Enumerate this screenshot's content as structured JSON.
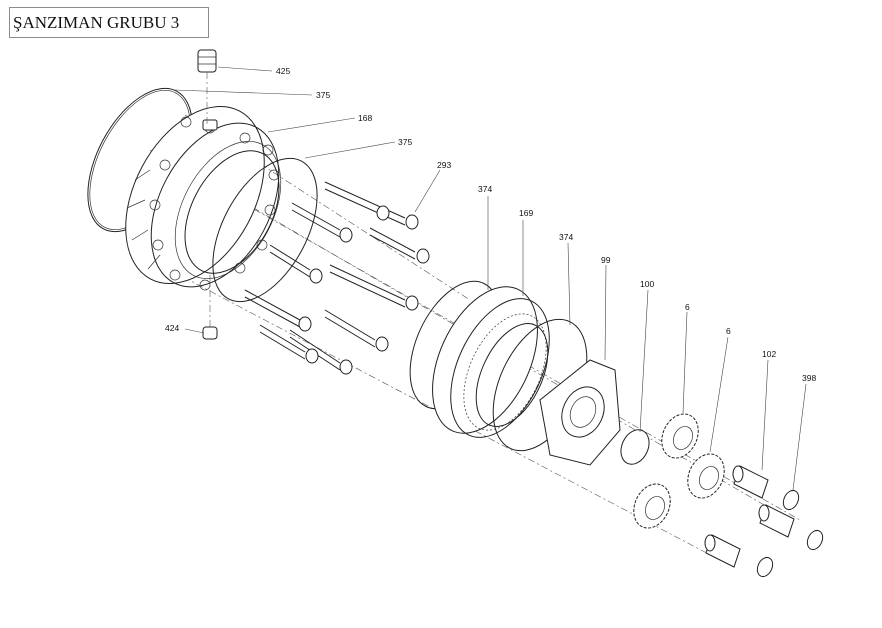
{
  "title": "ŞANZIMAN GRUBU 3",
  "callouts": [
    {
      "id": "c425",
      "label": "425"
    },
    {
      "id": "c375a",
      "label": "375"
    },
    {
      "id": "c168",
      "label": "168"
    },
    {
      "id": "c375b",
      "label": "375"
    },
    {
      "id": "c293",
      "label": "293"
    },
    {
      "id": "c374a",
      "label": "374"
    },
    {
      "id": "c169",
      "label": "169"
    },
    {
      "id": "c374b",
      "label": "374"
    },
    {
      "id": "c99",
      "label": "99"
    },
    {
      "id": "c100",
      "label": "100"
    },
    {
      "id": "c6a",
      "label": "6"
    },
    {
      "id": "c6b",
      "label": "6"
    },
    {
      "id": "c102",
      "label": "102"
    },
    {
      "id": "c398",
      "label": "398"
    },
    {
      "id": "c424",
      "label": "424"
    }
  ]
}
